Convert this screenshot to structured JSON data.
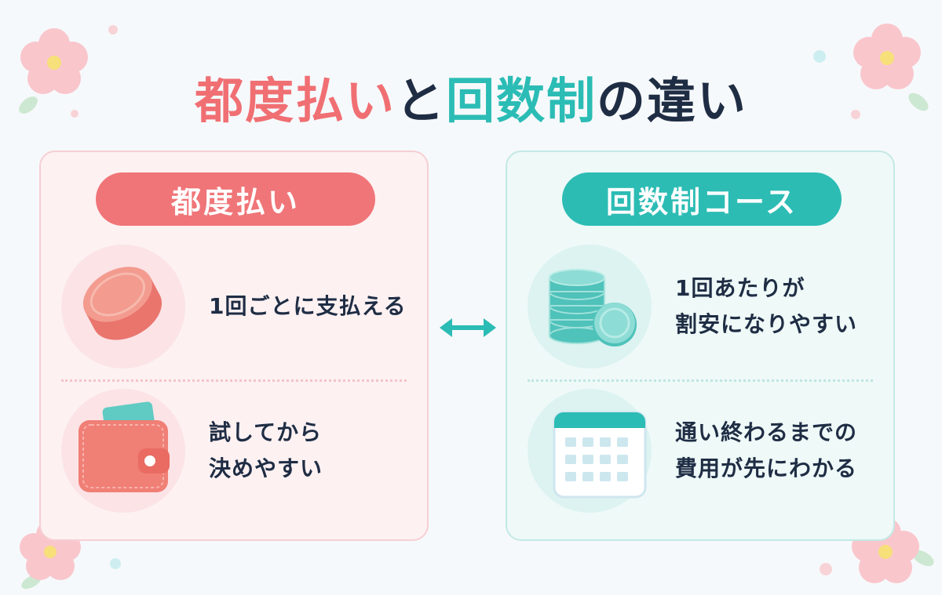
{
  "title": {
    "part1": "都度払い",
    "part2": "と",
    "part3": "回数制",
    "part4": "の違い"
  },
  "colors": {
    "pink": "#f06f73",
    "teal": "#2bbcb5",
    "navy": "#1f2d44"
  },
  "left_card": {
    "heading": "都度払い",
    "rows": [
      {
        "icon": "coin-icon",
        "lines": [
          "1回ごとに支払える"
        ]
      },
      {
        "icon": "wallet-icon",
        "lines": [
          "試してから",
          "決めやすい"
        ]
      }
    ]
  },
  "right_card": {
    "heading": "回数制コース",
    "rows": [
      {
        "icon": "coin-stack-icon",
        "lines": [
          "1回あたりが",
          "割安になりやすい"
        ]
      },
      {
        "icon": "calendar-icon",
        "lines": [
          "通い終わるまでの",
          "費用が先にわかる"
        ]
      }
    ]
  },
  "comparison_icon": "double-arrow-icon",
  "decorations": [
    "flower-icon",
    "leaf-icon"
  ]
}
